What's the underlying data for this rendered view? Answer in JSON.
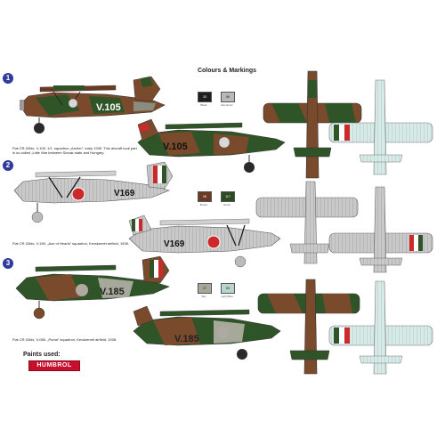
{
  "header": {
    "title": "Colours & Markings"
  },
  "schemes": [
    {
      "number": "1",
      "code": "V.105",
      "caption": "Fiat CR.32bis, V-105, 1/1. squadron „Archer”, early 1939. This aircraft took part in so called „Little War between Slovak state and Hungary."
    },
    {
      "number": "2",
      "code": "V169",
      "caption": "Fiat CR.32bis, V-169, „Ace of Hearts” squadron, Kecskemét airfield, 1938."
    },
    {
      "number": "3",
      "code": "V.185",
      "caption": "Fiat CR.32bis, V-085, „Puma” squadron, Kecskemét airfield, 1938."
    }
  ],
  "swatches": [
    {
      "number": "33",
      "name": "Black",
      "color": "#1e1e1e"
    },
    {
      "number": "56",
      "name": "Aluminium",
      "color": "#b9b9b9"
    },
    {
      "number": "98",
      "name": "Brown",
      "color": "#6b3a22"
    },
    {
      "number": "117",
      "name": "Green",
      "color": "#2d4a22"
    },
    {
      "number": "27",
      "name": "Sky",
      "color": "#a6a99a"
    },
    {
      "number": "65",
      "name": "Light Blue",
      "color": "#b9d3cf"
    }
  ],
  "footer": {
    "paints_label": "Paints used:",
    "brand": "HUMBROL"
  }
}
